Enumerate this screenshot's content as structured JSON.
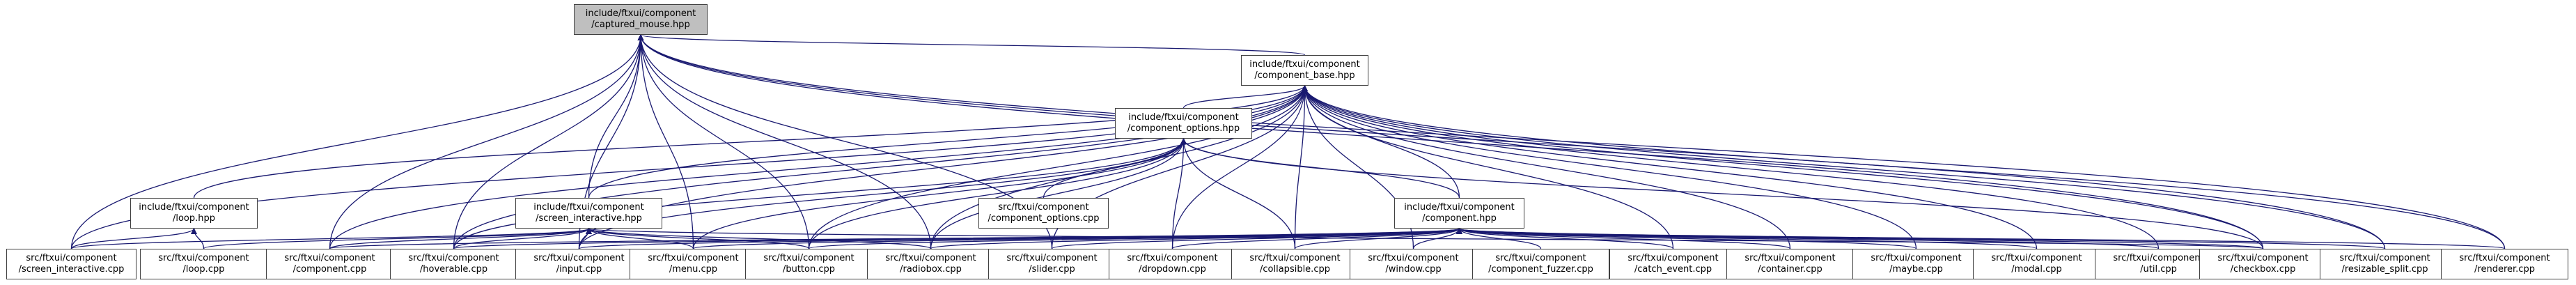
{
  "graph": {
    "title": "Include dependency graph for captured_mouse.hpp",
    "edge_color": "#191970",
    "root_fill": "#bfbfbf",
    "nodes": [
      {
        "id": "captured_mouse",
        "line1": "include/ftxui/component",
        "line2": "/captured_mouse.hpp",
        "root": true
      },
      {
        "id": "component_base",
        "line1": "include/ftxui/component",
        "line2": "/component_base.hpp"
      },
      {
        "id": "component_options_hpp",
        "line1": "include/ftxui/component",
        "line2": "/component_options.hpp"
      },
      {
        "id": "loop_hpp",
        "line1": "include/ftxui/component",
        "line2": "/loop.hpp"
      },
      {
        "id": "screen_interactive_hpp",
        "line1": "include/ftxui/component",
        "line2": "/screen_interactive.hpp"
      },
      {
        "id": "component_options_cpp",
        "line1": "src/ftxui/component",
        "line2": "/component_options.cpp"
      },
      {
        "id": "component_hpp",
        "line1": "include/ftxui/component",
        "line2": "/component.hpp"
      },
      {
        "id": "screen_interactive_cpp",
        "line1": "src/ftxui/component",
        "line2": "/screen_interactive.cpp"
      },
      {
        "id": "loop_cpp",
        "line1": "src/ftxui/component",
        "line2": "/loop.cpp"
      },
      {
        "id": "component_cpp",
        "line1": "src/ftxui/component",
        "line2": "/component.cpp"
      },
      {
        "id": "hoverable_cpp",
        "line1": "src/ftxui/component",
        "line2": "/hoverable.cpp"
      },
      {
        "id": "input_cpp",
        "line1": "src/ftxui/component",
        "line2": "/input.cpp"
      },
      {
        "id": "menu_cpp",
        "line1": "src/ftxui/component",
        "line2": "/menu.cpp"
      },
      {
        "id": "button_cpp",
        "line1": "src/ftxui/component",
        "line2": "/button.cpp"
      },
      {
        "id": "radiobox_cpp",
        "line1": "src/ftxui/component",
        "line2": "/radiobox.cpp"
      },
      {
        "id": "slider_cpp",
        "line1": "src/ftxui/component",
        "line2": "/slider.cpp"
      },
      {
        "id": "dropdown_cpp",
        "line1": "src/ftxui/component",
        "line2": "/dropdown.cpp"
      },
      {
        "id": "collapsible_cpp",
        "line1": "src/ftxui/component",
        "line2": "/collapsible.cpp"
      },
      {
        "id": "window_cpp",
        "line1": "src/ftxui/component",
        "line2": "/window.cpp"
      },
      {
        "id": "component_fuzzer_cpp",
        "line1": "src/ftxui/component",
        "line2": "/component_fuzzer.cpp"
      },
      {
        "id": "catch_event_cpp",
        "line1": "src/ftxui/component",
        "line2": "/catch_event.cpp"
      },
      {
        "id": "container_cpp",
        "line1": "src/ftxui/component",
        "line2": "/container.cpp"
      },
      {
        "id": "maybe_cpp",
        "line1": "src/ftxui/component",
        "line2": "/maybe.cpp"
      },
      {
        "id": "modal_cpp",
        "line1": "src/ftxui/component",
        "line2": "/modal.cpp"
      },
      {
        "id": "util_cpp",
        "line1": "src/ftxui/component",
        "line2": "/util.cpp"
      },
      {
        "id": "checkbox_cpp",
        "line1": "src/ftxui/component",
        "line2": "/checkbox.cpp"
      },
      {
        "id": "resizable_split_cpp",
        "line1": "src/ftxui/component",
        "line2": "/resizable_split.cpp"
      },
      {
        "id": "renderer_cpp",
        "line1": "src/ftxui/component",
        "line2": "/renderer.cpp"
      }
    ],
    "edges": [
      [
        "component_base",
        "captured_mouse"
      ],
      [
        "screen_interactive_hpp",
        "captured_mouse"
      ],
      [
        "screen_interactive_cpp",
        "captured_mouse"
      ],
      [
        "component_cpp",
        "captured_mouse"
      ],
      [
        "hoverable_cpp",
        "captured_mouse"
      ],
      [
        "input_cpp",
        "captured_mouse"
      ],
      [
        "menu_cpp",
        "captured_mouse"
      ],
      [
        "button_cpp",
        "captured_mouse"
      ],
      [
        "radiobox_cpp",
        "captured_mouse"
      ],
      [
        "slider_cpp",
        "captured_mouse"
      ],
      [
        "checkbox_cpp",
        "captured_mouse"
      ],
      [
        "resizable_split_cpp",
        "captured_mouse"
      ],
      [
        "renderer_cpp",
        "captured_mouse"
      ],
      [
        "component_options_hpp",
        "component_base"
      ],
      [
        "loop_hpp",
        "component_base"
      ],
      [
        "screen_interactive_hpp",
        "component_base"
      ],
      [
        "component_hpp",
        "component_base"
      ],
      [
        "screen_interactive_cpp",
        "component_base"
      ],
      [
        "component_cpp",
        "component_base"
      ],
      [
        "hoverable_cpp",
        "component_base"
      ],
      [
        "input_cpp",
        "component_base"
      ],
      [
        "button_cpp",
        "component_base"
      ],
      [
        "radiobox_cpp",
        "component_base"
      ],
      [
        "slider_cpp",
        "component_base"
      ],
      [
        "dropdown_cpp",
        "component_base"
      ],
      [
        "collapsible_cpp",
        "component_base"
      ],
      [
        "window_cpp",
        "component_base"
      ],
      [
        "catch_event_cpp",
        "component_base"
      ],
      [
        "container_cpp",
        "component_base"
      ],
      [
        "maybe_cpp",
        "component_base"
      ],
      [
        "modal_cpp",
        "component_base"
      ],
      [
        "util_cpp",
        "component_base"
      ],
      [
        "checkbox_cpp",
        "component_base"
      ],
      [
        "resizable_split_cpp",
        "component_base"
      ],
      [
        "renderer_cpp",
        "component_base"
      ],
      [
        "component_hpp",
        "component_options_hpp"
      ],
      [
        "component_options_cpp",
        "component_options_hpp"
      ],
      [
        "input_cpp",
        "component_options_hpp"
      ],
      [
        "menu_cpp",
        "component_options_hpp"
      ],
      [
        "button_cpp",
        "component_options_hpp"
      ],
      [
        "radiobox_cpp",
        "component_options_hpp"
      ],
      [
        "dropdown_cpp",
        "component_options_hpp"
      ],
      [
        "collapsible_cpp",
        "component_options_hpp"
      ],
      [
        "checkbox_cpp",
        "component_options_hpp"
      ],
      [
        "hoverable_cpp",
        "component_options_hpp"
      ],
      [
        "screen_interactive_cpp",
        "loop_hpp"
      ],
      [
        "loop_cpp",
        "loop_hpp"
      ],
      [
        "screen_interactive_cpp",
        "screen_interactive_hpp"
      ],
      [
        "loop_cpp",
        "screen_interactive_hpp"
      ],
      [
        "component_cpp",
        "screen_interactive_hpp"
      ],
      [
        "hoverable_cpp",
        "screen_interactive_hpp"
      ],
      [
        "input_cpp",
        "screen_interactive_hpp"
      ],
      [
        "menu_cpp",
        "screen_interactive_hpp"
      ],
      [
        "button_cpp",
        "screen_interactive_hpp"
      ],
      [
        "radiobox_cpp",
        "screen_interactive_hpp"
      ],
      [
        "checkbox_cpp",
        "screen_interactive_hpp"
      ],
      [
        "component_cpp",
        "component_hpp"
      ],
      [
        "hoverable_cpp",
        "component_hpp"
      ],
      [
        "input_cpp",
        "component_hpp"
      ],
      [
        "menu_cpp",
        "component_hpp"
      ],
      [
        "button_cpp",
        "component_hpp"
      ],
      [
        "radiobox_cpp",
        "component_hpp"
      ],
      [
        "slider_cpp",
        "component_hpp"
      ],
      [
        "dropdown_cpp",
        "component_hpp"
      ],
      [
        "collapsible_cpp",
        "component_hpp"
      ],
      [
        "window_cpp",
        "component_hpp"
      ],
      [
        "component_fuzzer_cpp",
        "component_hpp"
      ],
      [
        "catch_event_cpp",
        "component_hpp"
      ],
      [
        "container_cpp",
        "component_hpp"
      ],
      [
        "maybe_cpp",
        "component_hpp"
      ],
      [
        "modal_cpp",
        "component_hpp"
      ],
      [
        "util_cpp",
        "component_hpp"
      ],
      [
        "checkbox_cpp",
        "component_hpp"
      ],
      [
        "resizable_split_cpp",
        "component_hpp"
      ],
      [
        "renderer_cpp",
        "component_hpp"
      ]
    ]
  }
}
